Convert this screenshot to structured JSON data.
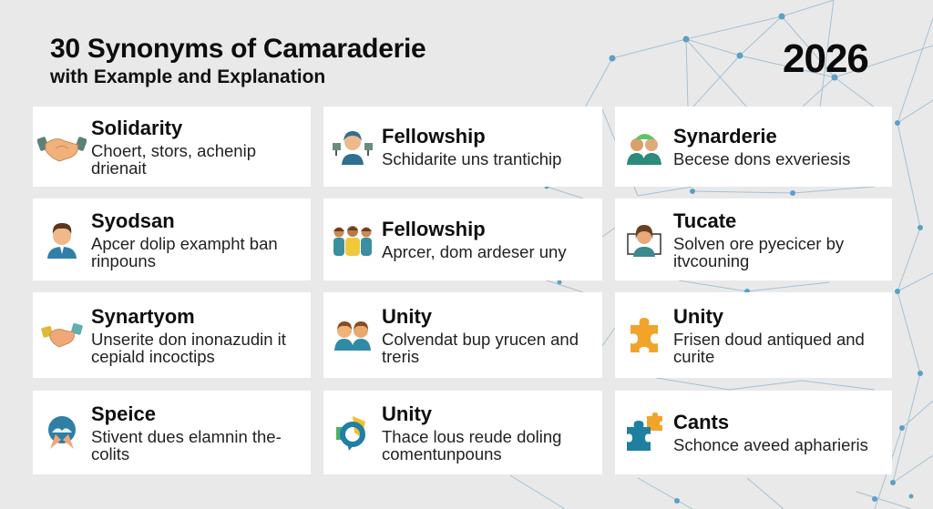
{
  "header": {
    "title": "30 Synonyms of Camaraderie",
    "subtitle": "with Example and Explanation",
    "year": "2026"
  },
  "colors": {
    "background": "#e9e9ea",
    "card": "#ffffff",
    "network_node": "#5e9fc4",
    "network_line": "#8fb4c8"
  },
  "cards": [
    {
      "term": "Solidarity",
      "desc": "Choert, stors, achenip drienait",
      "icon": "handshake-icon"
    },
    {
      "term": "Fellowship",
      "desc": "Schidarite uns trantichip",
      "icon": "person-presenting-icon"
    },
    {
      "term": "Synarderie",
      "desc": "Becese dons exveriesis",
      "icon": "two-people-icon"
    },
    {
      "term": "Syodsan",
      "desc": "Apcer dolip exampht ban rinpouns",
      "icon": "man-avatar-icon"
    },
    {
      "term": "Fellowship",
      "desc": "Aprcer, dom ardeser uny",
      "icon": "group-of-three-icon"
    },
    {
      "term": "Tucate",
      "desc": "Solven ore pyecicer by itvcouning",
      "icon": "woman-screen-icon"
    },
    {
      "term": "Synartyom",
      "desc": "Unserite don inonazudin it cepiald incoctips",
      "icon": "handshake-cuffs-icon"
    },
    {
      "term": "Unity",
      "desc": "Colvendat bup yrucen and treris",
      "icon": "two-friends-icon"
    },
    {
      "term": "Unity",
      "desc": "Frisen doud antiqued and curite",
      "icon": "puzzle-piece-icon"
    },
    {
      "term": "Speice",
      "desc": "Stivent dues elamnin the-colits",
      "icon": "hands-globe-icon"
    },
    {
      "term": "Unity",
      "desc": "Thace lous reude doling comentunpouns",
      "icon": "chat-bubbles-icon"
    },
    {
      "term": "Cants",
      "desc": "Schonce aveed apharieris",
      "icon": "puzzle-pieces-icon"
    }
  ]
}
